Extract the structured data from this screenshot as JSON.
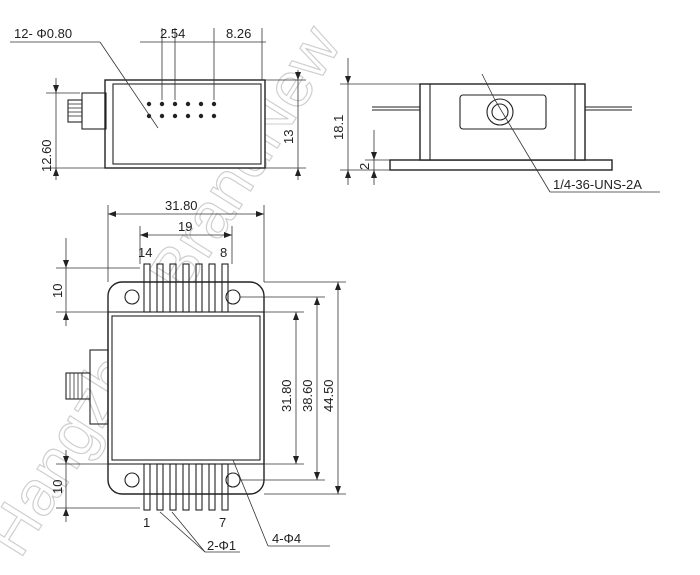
{
  "watermark": "Hangzhou BrandNew",
  "top_view": {
    "pin_diameter": "12- Φ0.80",
    "pin_pitch": "2.54",
    "pin_span": "8.26",
    "height_left": "12.60",
    "height_right": "13"
  },
  "side_view": {
    "height": "18.1",
    "flange": "2",
    "thread_callout": "1/4-36-UNS-2A"
  },
  "bottom_view": {
    "overall_width": "31.80",
    "pin_row_width": "19",
    "pin_label_top_left": "14",
    "pin_label_top_right": "8",
    "pin_label_bottom_left": "1",
    "pin_label_bottom_right": "7",
    "edge_top": "10",
    "edge_bottom": "10",
    "body_height": "31.80",
    "hole_spacing": "38.60",
    "overall_height": "44.50",
    "pin_callout": "2-Φ1",
    "hole_callout": "4-Φ4"
  }
}
